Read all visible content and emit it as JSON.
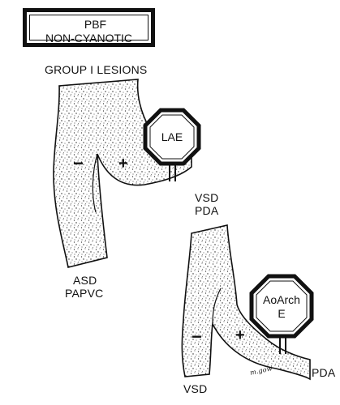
{
  "header_box": {
    "arrow_icon": "up-arrow-icon",
    "line1": "PBF",
    "line2": "NON-CYANOTIC"
  },
  "group_title": "GROUP I LESIONS",
  "upper_diagram": {
    "minus_sign": "−",
    "plus_sign": "+",
    "sign_label": "LAE",
    "right_label_1": "VSD",
    "right_label_2": "PDA",
    "bottom_label_1": "ASD",
    "bottom_label_2": "PAPVC"
  },
  "lower_diagram": {
    "minus_sign": "−",
    "plus_sign": "+",
    "sign_label_1": "AoArch",
    "sign_label_2": "E",
    "left_label": "VSD",
    "right_label": "PDA",
    "signature": "m.gow"
  }
}
